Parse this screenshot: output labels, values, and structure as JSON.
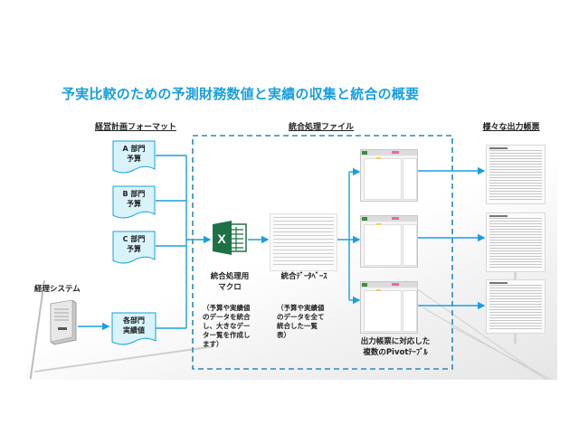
{
  "title": "予実比較のための予測財務数値と実績の収集と統合の概要",
  "colors": {
    "title": "#1a9fde",
    "arrow": "#1a9fde",
    "dashed_border": "#2a88b8",
    "doc_fill": "#d9f3fb",
    "doc_stroke": "#1a9fde",
    "excel_green": "#1e7145"
  },
  "left_section": {
    "heading": "経営計画フォーマット",
    "docs": [
      {
        "line1": "A 部門",
        "line2": "予算"
      },
      {
        "line1": "B 部門",
        "line2": "予算"
      },
      {
        "line1": "C 部門",
        "line2": "予算"
      }
    ],
    "actuals_doc": {
      "line1": "各部門",
      "line2": "実績値"
    },
    "system_label": "経理システム",
    "system_icon": "server-icon"
  },
  "center_section": {
    "heading": "統合処理ファイル",
    "macro": {
      "icon": "excel-icon",
      "label_line1": "統合処理用",
      "label_line2": "マクロ",
      "desc": [
        "（予算や実績値",
        "のデータを統合",
        "し、大きなデー",
        "ター覧を作成し",
        "ます）"
      ]
    },
    "database": {
      "label": "統合ﾃﾞｰﾀﾍﾞｰｽ",
      "desc": [
        "（予算や実績値",
        "のデータを全て",
        "統合した一覧",
        "表）"
      ]
    },
    "pivot": {
      "count": 3,
      "label_line1": "出力帳票に対応した",
      "label_line2": "複数のPivotﾃｰﾌﾞﾙ"
    }
  },
  "right_section": {
    "heading": "様々な出力帳票",
    "report_count": 3
  }
}
